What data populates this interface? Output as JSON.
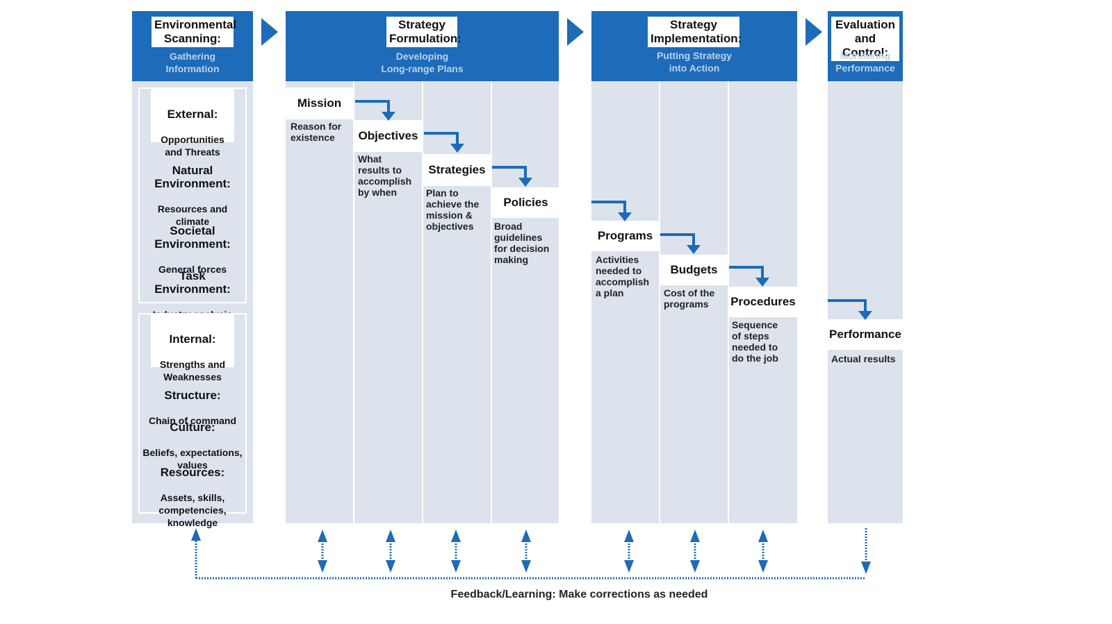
{
  "colors": {
    "header_blue": "#1d6bb9",
    "header_sub_text": "#b9d3ee",
    "column_bg": "#dde3ec",
    "arrow_blue": "#1d6bb9"
  },
  "headers": [
    {
      "title": "Environmental\nScanning:",
      "subtitle": "Gathering\nInformation"
    },
    {
      "title": "Strategy\nFormulation:",
      "subtitle": "Developing\nLong-range Plans"
    },
    {
      "title": "Strategy\nImplementation:",
      "subtitle": "Putting Strategy\ninto Action"
    },
    {
      "title": "Evaluation\nand Control:",
      "subtitle": "Monitoring\nPerformance"
    }
  ],
  "environment": {
    "external": {
      "title": "External:",
      "subtitle": "Opportunities\nand Threats"
    },
    "natural": {
      "title": "Natural\nEnvironment:",
      "subtitle": "Resources and\nclimate"
    },
    "societal": {
      "title": "Societal\nEnvironment:",
      "subtitle": "General forces"
    },
    "task": {
      "title": "Task\nEnvironment:",
      "subtitle": "Industry analysis"
    },
    "internal": {
      "title": "Internal:",
      "subtitle": "Strengths and\nWeaknesses"
    },
    "structure": {
      "title": "Structure:",
      "subtitle": "Chain of command"
    },
    "culture": {
      "title": "Culture:",
      "subtitle": "Beliefs, expectations,\nvalues"
    },
    "resources": {
      "title": "Resources:",
      "subtitle": "Assets, skills,\ncompetencies,\nknowledge"
    }
  },
  "steps": [
    {
      "label": "Mission",
      "desc": "Reason for\nexistence"
    },
    {
      "label": "Objectives",
      "desc": "What\nresults to\naccomplish\nby when"
    },
    {
      "label": "Strategies",
      "desc": "Plan to\nachieve the\nmission &\nobjectives"
    },
    {
      "label": "Policies",
      "desc": "Broad\nguidelines\nfor decision\nmaking"
    },
    {
      "label": "Programs",
      "desc": "Activities\nneeded to\naccomplish\na plan"
    },
    {
      "label": "Budgets",
      "desc": "Cost of the\nprograms"
    },
    {
      "label": "Procedures",
      "desc": "Sequence\nof steps\nneeded to\ndo the job"
    },
    {
      "label": "Performance",
      "desc": "Actual results"
    }
  ],
  "feedback": "Feedback/Learning: Make corrections as needed"
}
